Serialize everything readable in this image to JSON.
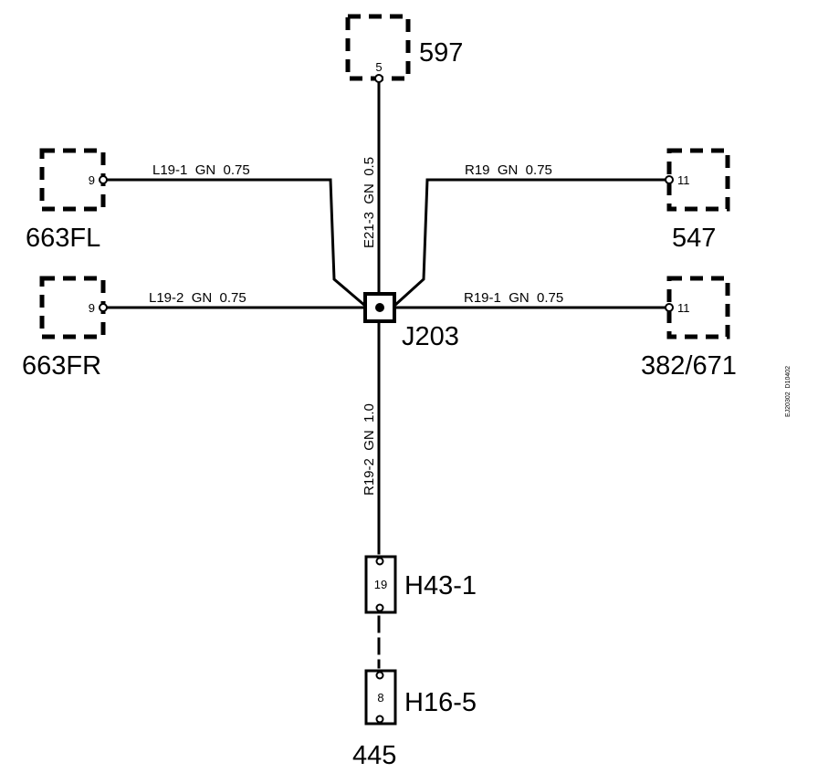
{
  "components": {
    "top": {
      "id": "597",
      "pin": "5"
    },
    "left_upper": {
      "id": "663FL",
      "pin": "9"
    },
    "left_lower": {
      "id": "663FR",
      "pin": "9"
    },
    "right_upper": {
      "id": "547",
      "pin": "11"
    },
    "right_lower": {
      "id": "382/671",
      "pin": "11"
    },
    "splice": {
      "id": "J203"
    },
    "connector_1": {
      "id": "H43-1",
      "pin": "19"
    },
    "connector_2": {
      "id": "H16-5",
      "pin": "8"
    },
    "bottom": {
      "id": "445"
    }
  },
  "wires": {
    "top": "E21-3  GN  0.5",
    "left_upper": "L19-1  GN  0.75",
    "left_lower": "L19-2  GN  0.75",
    "right_upper": "R19  GN  0.75",
    "right_lower": "R19-1  GN  0.75",
    "bottom": "R19-2  GN  1.0"
  },
  "figure_ref": "EJ20302  D10402"
}
